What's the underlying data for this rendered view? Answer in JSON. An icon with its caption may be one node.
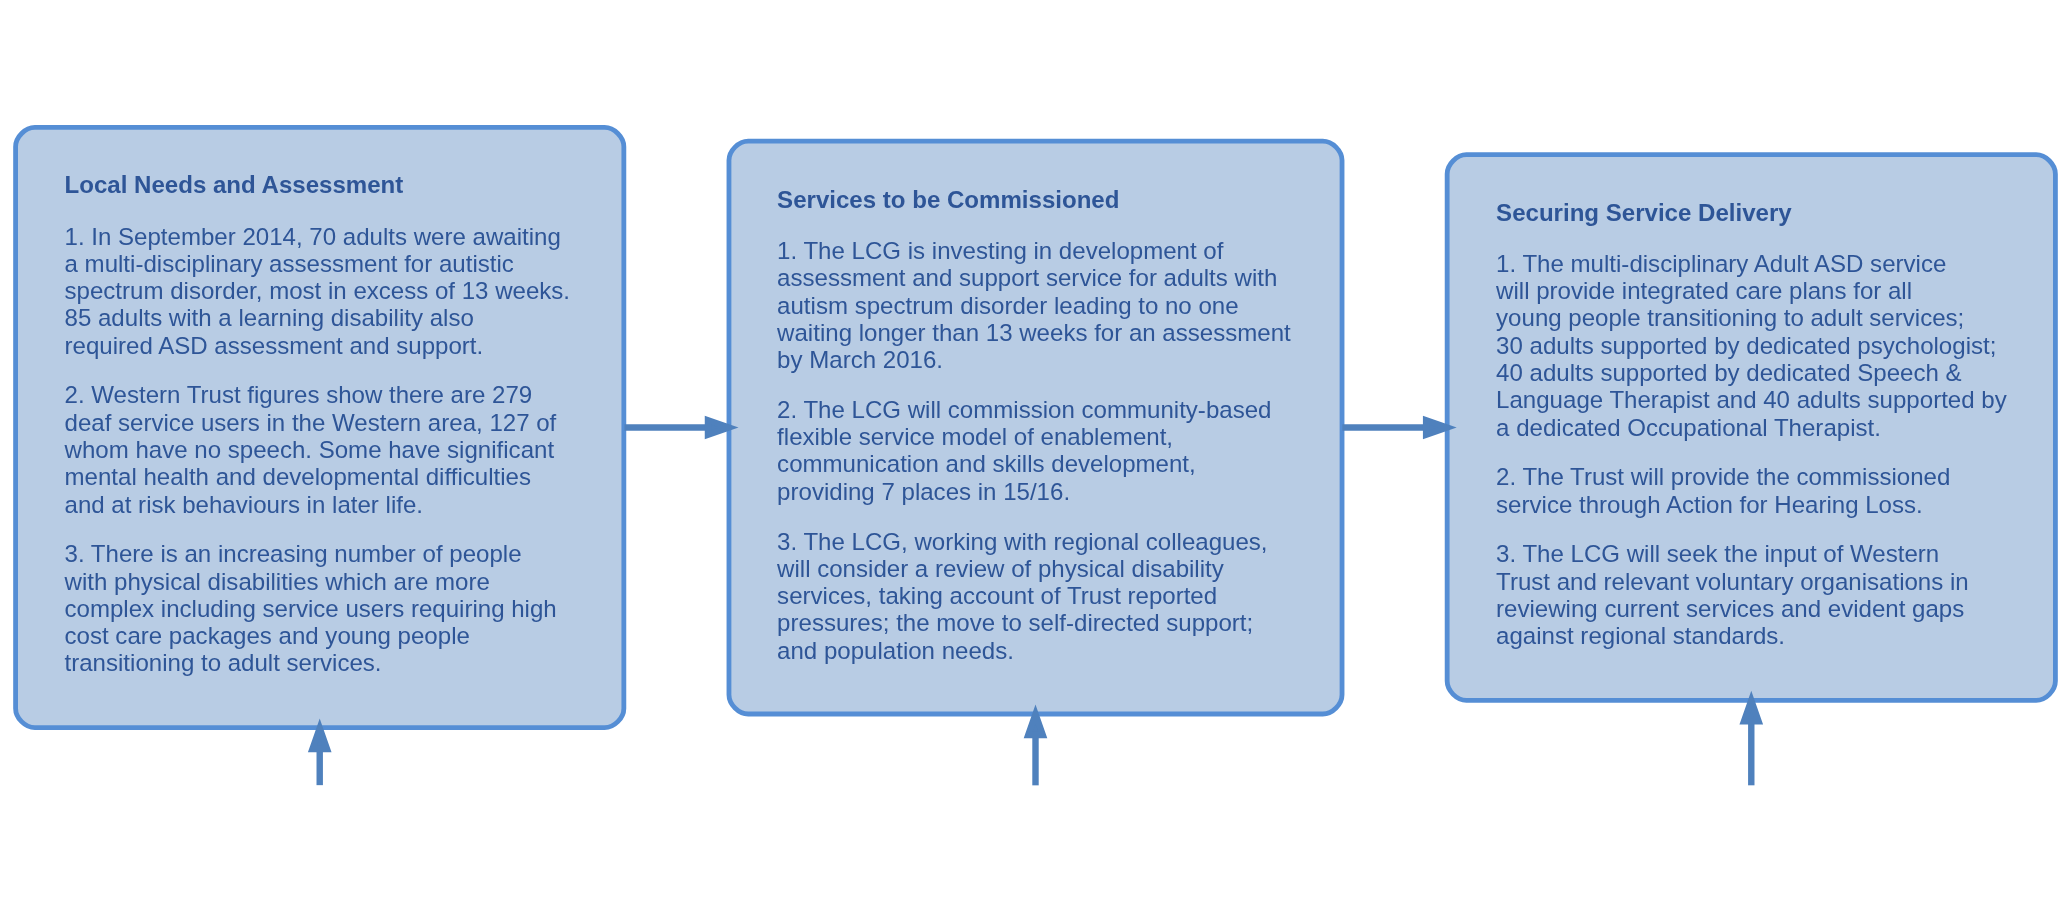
{
  "diagram": {
    "nodes": [
      {
        "text": [
          "Local Needs and Assessment",
          "1. In September 2014, 70 adults were awaiting a multi-disciplinary assessment for autistic spectrum disorder, most in excess of 13 weeks. 85 adults with a learning disability also required ASD assessment and support.",
          "2. Western Trust figures show there are 279 deaf service users in the Western area, 127 of whom have no speech. Some have significant mental health and developmental difficulties and at risk behaviours in later life.",
          "3. There is an increasing number of people with physical disabilities which are more complex including service users requiring high cost care packages and young people transitioning to adult services."
        ]
      },
      {
        "text": [
          "Services to be Commissioned",
          "1. The LCG is investing in development of assessment and support service for adults with autism spectrum disorder leading to no one waiting longer than 13 weeks for an assessment by March 2016.",
          "2. The LCG will commission community-based flexible service model of enablement, communication and skills development, providing 7 places in 15/16.",
          "3. The LCG, working with regional colleagues, will consider a review of physical disability services, taking account of Trust reported pressures; the move to self-directed support; and population needs."
        ]
      },
      {
        "text": [
          "Securing Service Delivery",
          "1. The multi-disciplinary Adult ASD service will provide integrated care plans for all young people transitioning to adult services; 30 adults supported by dedicated psychologist; 40 adults supported by dedicated Speech & Language Therapist and 40 adults supported by a dedicated Occupational Therapist.",
          "2. The Trust will provide the commissioned service through Action for Hearing Loss.",
          "3. The LCG will seek the input of Western Trust and relevant voluntary organisations in reviewing current services and evident gaps against regional standards."
        ]
      }
    ],
    "edges": [
      {
        "from": 0,
        "to": 1,
        "arrow": "to"
      },
      {
        "from": 1,
        "to": 2,
        "arrow": "to"
      },
      {
        "from": null,
        "to": 0,
        "arrow": "to"
      },
      {
        "from": null,
        "to": 1,
        "arrow": "to"
      },
      {
        "from": null,
        "to": 2,
        "arrow": "to"
      }
    ]
  }
}
